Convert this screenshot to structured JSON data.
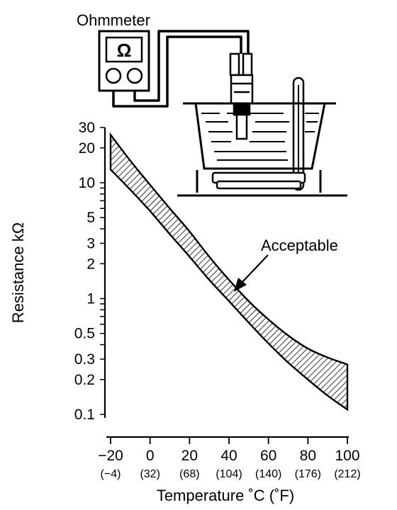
{
  "chart_data": {
    "type": "area",
    "ylabel": "Resistance kΩ",
    "xlabel": "Temperature ˚C (˚F)",
    "xlim": [
      -20,
      100
    ],
    "ylim": [
      0.1,
      30
    ],
    "y_scale": "log",
    "x_ticks": [
      -20,
      0,
      20,
      40,
      60,
      80,
      100
    ],
    "x_tick_labels": [
      "−20",
      "0",
      "20",
      "40",
      "60",
      "80",
      "100"
    ],
    "x_tick_labels_f": [
      "(−4)",
      "(32)",
      "(68)",
      "(104)",
      "(140)",
      "(176)",
      "(212)"
    ],
    "y_ticks": [
      30,
      20,
      10,
      5,
      3,
      2,
      1,
      0.5,
      0.3,
      0.2,
      0.1
    ],
    "y_tick_labels": [
      "30",
      "20",
      "10",
      "5",
      "3",
      "2",
      "1",
      "0.5",
      "0.3",
      "0.2",
      "0.1"
    ],
    "band": {
      "x": [
        -20,
        -10,
        0,
        10,
        20,
        30,
        40,
        50,
        60,
        70,
        80,
        90,
        100
      ],
      "upper": [
        26,
        15.5,
        9.6,
        6.0,
        3.8,
        2.3,
        1.45,
        0.95,
        0.66,
        0.48,
        0.37,
        0.31,
        0.27
      ],
      "lower": [
        13,
        8.7,
        5.7,
        3.6,
        2.3,
        1.45,
        0.95,
        0.62,
        0.41,
        0.28,
        0.2,
        0.145,
        0.11
      ]
    },
    "annotation": "Acceptable",
    "hatch": true,
    "grid": false
  },
  "diagram": {
    "meter_label": "Ohmmeter",
    "meter_symbol": "Ω"
  }
}
